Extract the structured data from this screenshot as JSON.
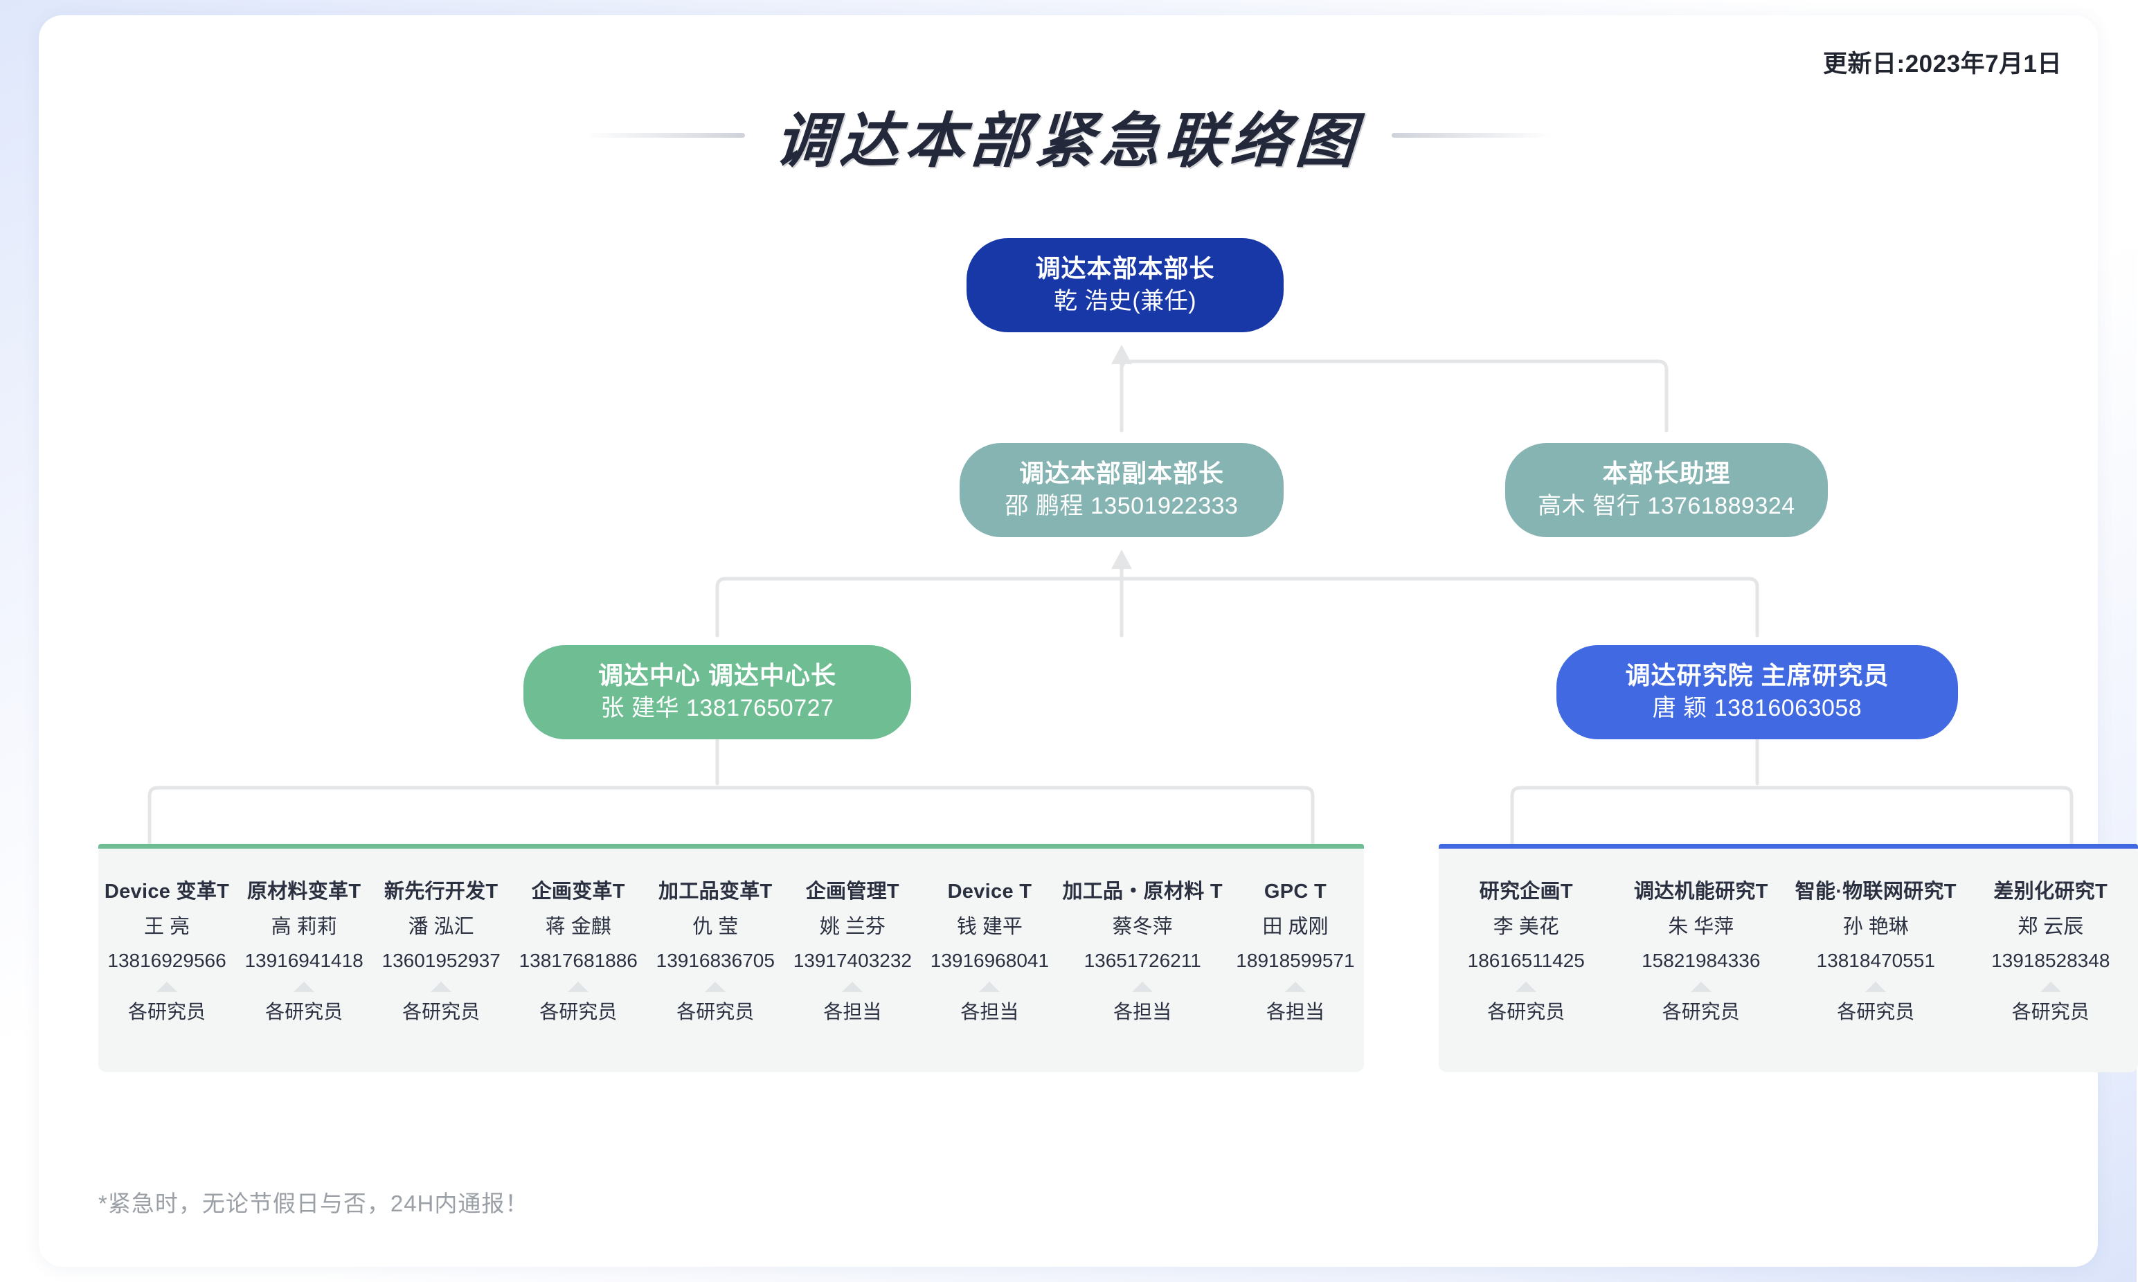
{
  "header": {
    "update_date": "更新日:2023年7月1日",
    "title": "调达本部紧急联络图"
  },
  "nodes": {
    "head": {
      "title": "调达本部本部长",
      "sub": "乾 浩史(兼任)",
      "color": "#1838A8"
    },
    "deputy": {
      "title": "调达本部副本部长",
      "sub": "邵 鹏程 13501922333",
      "color": "#86B4B2"
    },
    "assistant": {
      "title": "本部长助理",
      "sub": "高木 智行 13761889324",
      "color": "#86B4B2"
    },
    "center": {
      "title": "调达中心 调达中心长",
      "sub": "张 建华 13817650727",
      "color": "#6FBD93"
    },
    "institute": {
      "title": "调达研究院 主席研究员",
      "sub": "唐 颖 13816063058",
      "color": "#4169E1"
    }
  },
  "groups": [
    {
      "id": "left",
      "accent": "#6FBD93",
      "leaves": [
        {
          "title": "Device 变革T",
          "name": "王 亮",
          "phone": "13816929566",
          "role": "各研究员"
        },
        {
          "title": "原材料变革T",
          "name": "高 莉莉",
          "phone": "13916941418",
          "role": "各研究员"
        },
        {
          "title": "新先行开发T",
          "name": "潘 泓汇",
          "phone": "13601952937",
          "role": "各研究员"
        },
        {
          "title": "企画变革T",
          "name": "蒋 金麒",
          "phone": "13817681886",
          "role": "各研究员"
        },
        {
          "title": "加工品变革T",
          "name": "仇 莹",
          "phone": "13916836705",
          "role": "各研究员"
        },
        {
          "title": "企画管理T",
          "name": "姚 兰芬",
          "phone": "13917403232",
          "role": "各担当"
        },
        {
          "title": "Device T",
          "name": "钱 建平",
          "phone": "13916968041",
          "role": "各担当"
        },
        {
          "title": "加工品・原材料 T",
          "name": "蔡冬萍",
          "phone": "13651726211",
          "role": "各担当"
        },
        {
          "title": "GPC T",
          "name": "田 成刚",
          "phone": "18918599571",
          "role": "各担当"
        }
      ]
    },
    {
      "id": "right",
      "accent": "#4169E1",
      "leaves": [
        {
          "title": "研究企画T",
          "name": "李 美花",
          "phone": "18616511425",
          "role": "各研究员"
        },
        {
          "title": "调达机能研究T",
          "name": "朱 华萍",
          "phone": "15821984336",
          "role": "各研究员"
        },
        {
          "title": "智能·物联网研究T",
          "name": "孙 艳琳",
          "phone": "13818470551",
          "role": "各研究员"
        },
        {
          "title": "差别化研究T",
          "name": "郑 云辰",
          "phone": "13918528348",
          "role": "各研究员"
        }
      ]
    }
  ],
  "footnote": "*紧急时，无论节假日与否，24H内通报！"
}
